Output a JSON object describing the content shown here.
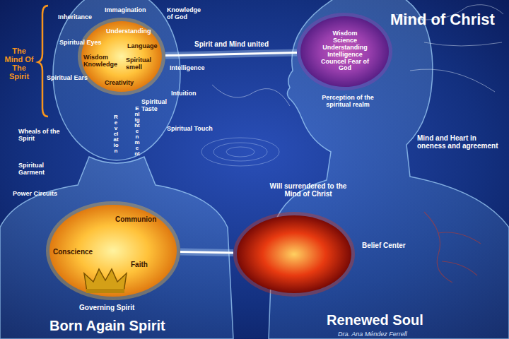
{
  "diagram": {
    "nodes": [
      {
        "text": [
          "Language",
          "Wisdom Knowledge",
          "Spiritual smell",
          "Creativity"
        ]
      },
      {
        "text": [
          "Wisdom Science Understanding Intelligence Councel Fear of God"
        ]
      },
      {
        "text": [
          "Communion",
          "Conscience",
          "Faith"
        ]
      },
      {
        "text": [
          "Belief Center"
        ]
      }
    ],
    "edges": [
      {
        "from": 0,
        "to": 1,
        "arrow": "none",
        "label": "Spirit and Mind united"
      },
      {
        "from": 2,
        "to": 3,
        "arrow": "none"
      }
    ],
    "labels": [
      "The Mind Of The Spirit",
      "Inheritance",
      "Immagination",
      "Knowledge of God",
      "Understanding",
      "Spiritual Eyes",
      "Intelligence",
      "Spiritual Ears",
      "Intuition",
      "Spiritual Taste",
      "Revelation",
      "Enlightenment",
      "Spiritual Touch",
      "Wheals of the Spirit",
      "Spiritual Garment",
      "Power Circuits",
      "Governing Spirit",
      "Born Again Spirit",
      "Mind of Christ",
      "Perception of the spiritual realm",
      "Mind and Heart in oneness and agreement",
      "Will surrendered to the Mind of Christ",
      "Renewed Soul",
      "Dra. Ana Méndez Ferrell"
    ]
  }
}
